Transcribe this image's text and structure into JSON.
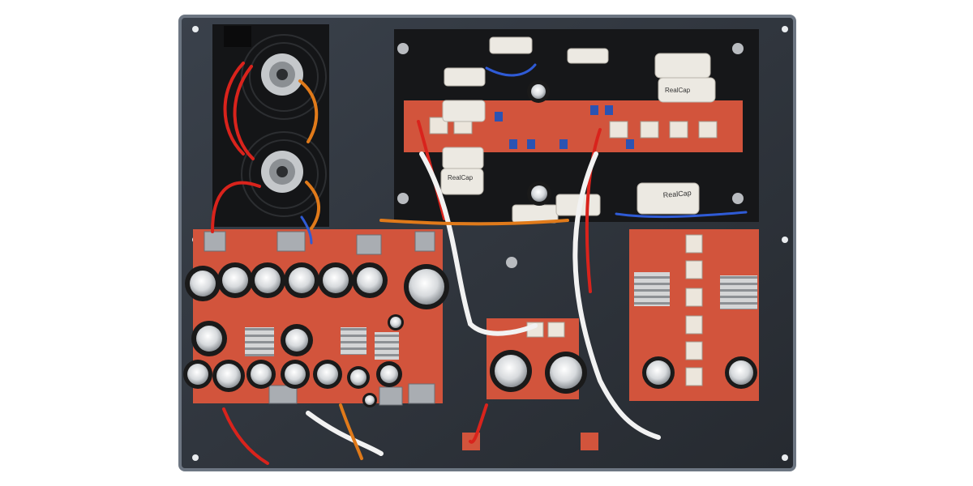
{
  "photo": {
    "subject": "amplifier-chassis-interior",
    "cap_text_1": "RealCap",
    "cap_text_2": "RealCap",
    "cap_text_3": "RealCap"
  },
  "colors": {
    "background": "#ffffff",
    "chassis": "#2b3037",
    "chassis_edge": "#6d7682",
    "compartment": "#151618",
    "pcb": "#d2543c",
    "pcb_light": "#e7796a",
    "cap_body": "#1a1a1a",
    "cap_top": "#d9dcdf",
    "film_cap": "#ece9e2",
    "wire_red": "#d9231c",
    "wire_white": "#f2f2f2",
    "wire_orange": "#e07a1a",
    "wire_blue": "#2f5bd6",
    "terminal": "#a9adb2",
    "heatsink": "#d8d9da"
  }
}
